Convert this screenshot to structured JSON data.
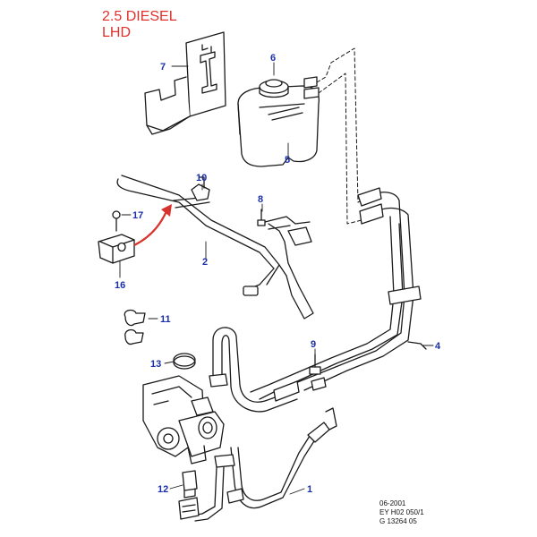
{
  "header": {
    "title_line1": "2.5 DIESEL",
    "title_line2": "LHD"
  },
  "footer": {
    "date": "06-2001",
    "ref": "EY H02 050/1",
    "code": "G 13264 05"
  },
  "callouts": {
    "c1": "1",
    "c2": "2",
    "c4": "4",
    "c5": "5",
    "c6": "6",
    "c7": "7",
    "c8": "8",
    "c9": "9",
    "c10": "10",
    "c11": "11",
    "c12": "12",
    "c13": "13",
    "c16": "16",
    "c17": "17"
  },
  "colors": {
    "callout_text": "#1b2fa8",
    "title_text": "#e0312b",
    "arrow": "#d9312b",
    "line_art": "#1a1a1a"
  }
}
